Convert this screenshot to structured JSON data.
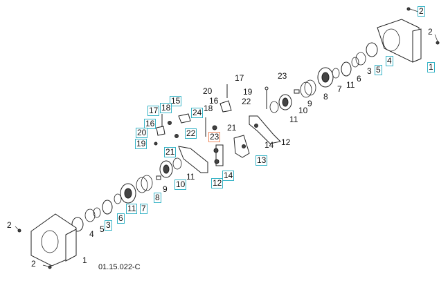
{
  "diagram": {
    "code": "01.15.022-C",
    "accent_box_color": "#35b3c6",
    "highlight_box_color": "#f08a60",
    "callouts": [
      {
        "text": "2",
        "style": "boxed"
      },
      {
        "text": "2",
        "style": "plain"
      },
      {
        "text": "1",
        "style": "boxed"
      },
      {
        "text": "4",
        "style": "boxed"
      },
      {
        "text": "5",
        "style": "boxed"
      },
      {
        "text": "3",
        "style": "plain"
      },
      {
        "text": "6",
        "style": "plain"
      },
      {
        "text": "11",
        "style": "plain"
      },
      {
        "text": "7",
        "style": "plain"
      },
      {
        "text": "8",
        "style": "plain"
      },
      {
        "text": "9",
        "style": "plain"
      },
      {
        "text": "10",
        "style": "plain"
      },
      {
        "text": "11",
        "style": "plain"
      },
      {
        "text": "23",
        "style": "plain"
      },
      {
        "text": "17",
        "style": "plain"
      },
      {
        "text": "20",
        "style": "plain"
      },
      {
        "text": "19",
        "style": "plain"
      },
      {
        "text": "16",
        "style": "plain"
      },
      {
        "text": "22",
        "style": "plain"
      },
      {
        "text": "18",
        "style": "plain"
      },
      {
        "text": "21",
        "style": "plain"
      },
      {
        "text": "12",
        "style": "plain"
      },
      {
        "text": "14",
        "style": "plain"
      },
      {
        "text": "13",
        "style": "boxed"
      },
      {
        "text": "23",
        "style": "orange"
      },
      {
        "text": "14",
        "style": "boxed"
      },
      {
        "text": "12",
        "style": "boxed"
      },
      {
        "text": "11",
        "style": "plain"
      },
      {
        "text": "10",
        "style": "boxed"
      },
      {
        "text": "9",
        "style": "plain"
      },
      {
        "text": "8",
        "style": "boxed"
      },
      {
        "text": "7",
        "style": "boxed"
      },
      {
        "text": "11",
        "style": "boxed"
      },
      {
        "text": "6",
        "style": "boxed"
      },
      {
        "text": "3",
        "style": "boxed"
      },
      {
        "text": "5",
        "style": "plain"
      },
      {
        "text": "4",
        "style": "plain"
      },
      {
        "text": "15",
        "style": "boxed"
      },
      {
        "text": "24",
        "style": "boxed"
      },
      {
        "text": "17",
        "style": "boxed"
      },
      {
        "text": "18",
        "style": "boxed"
      },
      {
        "text": "16",
        "style": "boxed"
      },
      {
        "text": "20",
        "style": "boxed"
      },
      {
        "text": "19",
        "style": "boxed"
      },
      {
        "text": "22",
        "style": "boxed"
      },
      {
        "text": "21",
        "style": "boxed"
      },
      {
        "text": "2",
        "style": "plain"
      },
      {
        "text": "1",
        "style": "plain"
      },
      {
        "text": "2",
        "style": "plain"
      }
    ]
  }
}
